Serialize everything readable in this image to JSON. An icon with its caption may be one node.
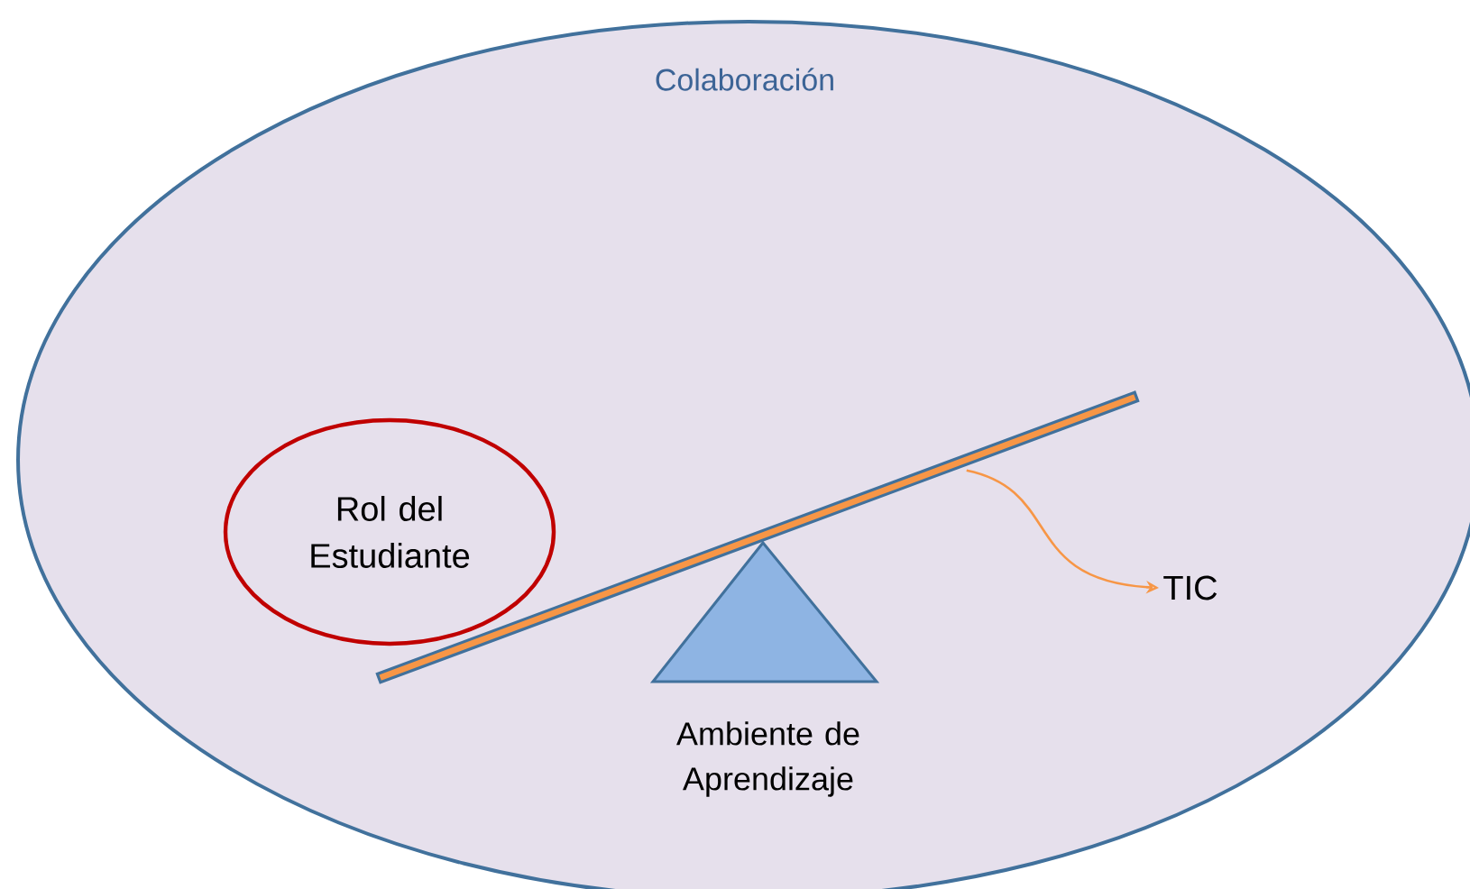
{
  "diagram": {
    "nodes": [
      {
        "text": [
          "Colaboración"
        ]
      },
      {
        "text": [
          "Rol del Estudiante"
        ],
        "in": 0
      },
      {
        "text": [
          "Ambiente de Aprendizaje"
        ],
        "in": 0
      },
      {
        "text": [],
        "shape": "bar",
        "in": 0
      },
      {
        "text": [
          "TIC"
        ],
        "in": 0
      }
    ],
    "edges": [
      {
        "from": 3,
        "to": 4,
        "arrow": "to",
        "color": "#f79646"
      }
    ]
  }
}
